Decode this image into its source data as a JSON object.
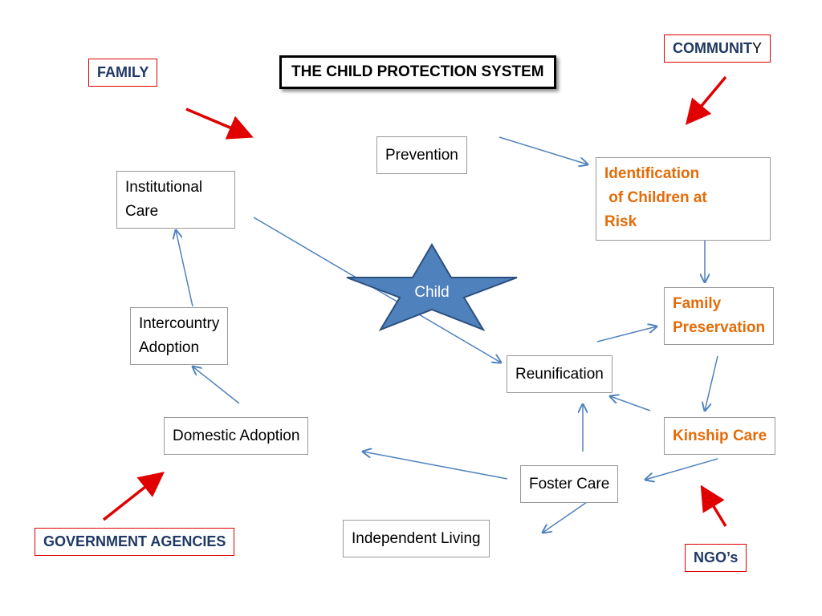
{
  "title": "THE CHILD PROTECTION SYSTEM",
  "actors": {
    "family": "FAMILY",
    "community_main": "COMMUNIT",
    "community_tail": "Y",
    "government": "GOVERNMENT AGENCIES",
    "ngo": "NGO’s"
  },
  "nodes": {
    "prevention": "Prevention",
    "identification": [
      "Identification",
      " of Children at",
      "Risk"
    ],
    "family_preservation": [
      "Family",
      "Preservation"
    ],
    "kinship_care": "Kinship Care",
    "reunification": "Reunification",
    "foster_care": "Foster Care",
    "independent_living": "Independent Living",
    "domestic_adoption": "Domestic Adoption",
    "intercountry_adoption": [
      "Intercountry",
      "Adoption"
    ],
    "institutional_care": [
      "Institutional",
      "Care"
    ]
  },
  "center": "Child",
  "colors": {
    "flow_arrow": "#4f81bd",
    "actor_arrow": "#e00000",
    "star_fill": "#4f81bd",
    "star_stroke": "#2c4f7c",
    "highlight_text": "#e36c09",
    "actor_text": "#1f3864"
  }
}
